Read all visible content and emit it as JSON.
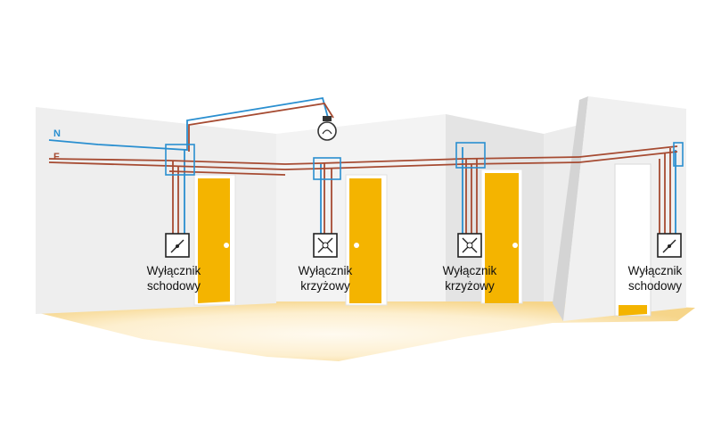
{
  "wires": {
    "neutral": {
      "tag": "N",
      "color": "#2a8fd0"
    },
    "phase": {
      "tag": "F",
      "color": "#a64b32"
    }
  },
  "colors": {
    "wall_light": "#f1f1f1",
    "wall_mid": "#e6e6e6",
    "wall_shadow": "#d9d9d9",
    "door": "#f4b400",
    "floor": "#fbe7b8"
  },
  "switches": [
    {
      "id": "left",
      "line1": "Wyłącznik",
      "line2": "schodowy",
      "symbol": "two-way-switch-icon"
    },
    {
      "id": "mid1",
      "line1": "Wyłącznik",
      "line2": "krzyżowy",
      "symbol": "intermediate-switch-icon"
    },
    {
      "id": "mid2",
      "line1": "Wyłącznik",
      "line2": "krzyżowy",
      "symbol": "intermediate-switch-icon"
    },
    {
      "id": "right",
      "line1": "Wyłącznik",
      "line2": "schodowy",
      "symbol": "two-way-switch-icon"
    }
  ]
}
